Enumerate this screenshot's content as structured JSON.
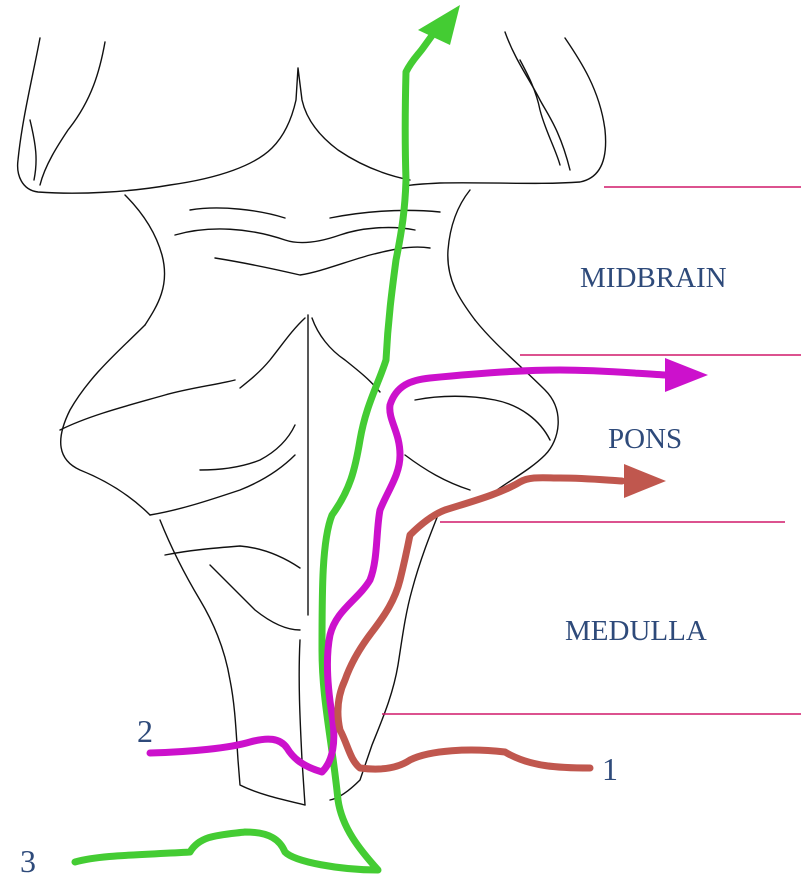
{
  "regions": {
    "midbrain": "MIDBRAIN",
    "pons": "PONS",
    "medulla": "MEDULLA"
  },
  "pathways": {
    "p1": {
      "number": "1",
      "color": "#c0574e"
    },
    "p2": {
      "number": "2",
      "color": "#cc11cc"
    },
    "p3": {
      "number": "3",
      "color": "#44cc33"
    }
  },
  "colors": {
    "label_text": "#2e4a7a",
    "divider": "#d0186a",
    "outline": "#111111"
  }
}
